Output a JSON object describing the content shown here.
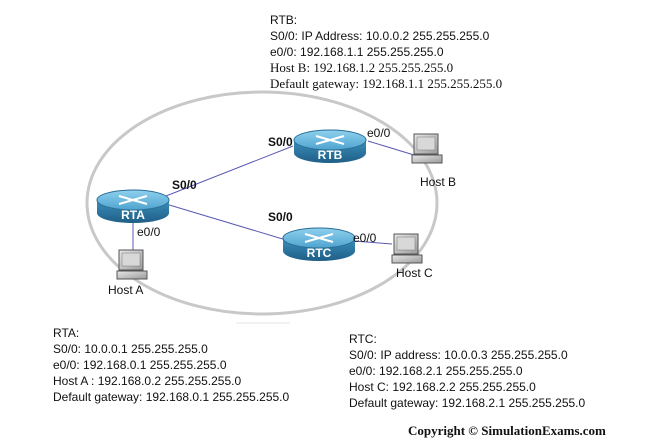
{
  "rtb_block": {
    "title": "RTB:",
    "line1": "S0/0: IP Address: 10.0.0.2 255.255.255.0",
    "line2": "e0/0: 192.168.1.1 255.255.255.0",
    "line3": "Host B: 192.168.1.2 255.255.255.0",
    "line4": "Default gateway: 192.168.1.1 255.255.255.0"
  },
  "rta_block": {
    "title": "RTA:",
    "line1": "S0/0: 10.0.0.1 255.255.255.0",
    "line2": "e0/0: 192.168.0.1 255.255.255.0",
    "line3": "Host A : 192.168.0.2 255.255.255.0",
    "line4": "Default gateway: 192.168.0.1 255.255.255.0"
  },
  "rtc_block": {
    "title": "RTC:",
    "line1": "S0/0: IP address: 10.0.0.3 255.255.255.0",
    "line2": "e0/0: 192.168.2.1 255.255.255.0",
    "line3": "Host C: 192.168.2.2 255.255.255.0",
    "line4": "Default gateway: 192.168.2.1 255.255.255.0"
  },
  "routers": {
    "rta": "RTA",
    "rtb": "RTB",
    "rtc": "RTC"
  },
  "hosts": {
    "a": "Host A",
    "b": "Host B",
    "c": "Host C"
  },
  "interfaces": {
    "rta_s00": "S0/0",
    "rtb_s00": "S0/0",
    "rtc_s00": "S0/0",
    "rta_e00": "e0/0",
    "rtb_e00": "e0/0",
    "rtc_e00": "e0/0"
  },
  "copyright": "Copyright ©  SimulationExams.com",
  "colors": {
    "router_body": "#2a7aa6",
    "router_top": "#5fb0d8",
    "link": "#5a5ab4",
    "ellipse": "#c8c8c8"
  }
}
